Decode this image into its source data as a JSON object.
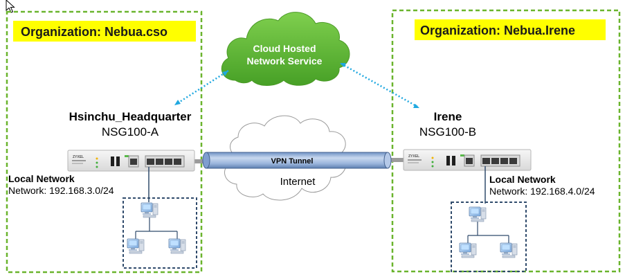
{
  "left_org": {
    "label": "Organization: Nebua.cso",
    "site_name": "Hsinchu_Headquarter",
    "device_model": "NSG100-A",
    "local_network_label": "Local Network",
    "network": "Network: 192.168.3.0/24",
    "device_brand": "ZYXEL"
  },
  "right_org": {
    "label": "Organization: Nebua.Irene",
    "site_name": "Irene",
    "device_model": "NSG100-B",
    "local_network_label": "Local Network",
    "network": "Network: 192.168.4.0/24",
    "device_brand": "ZYXEL"
  },
  "cloud_service": {
    "line1": "Cloud Hosted",
    "line2": "Network Service"
  },
  "tunnel": {
    "label": "VPN Tunnel",
    "internet_label": "Internet"
  },
  "colors": {
    "org_border": "#6ab42d",
    "org_label_bg": "#ffff00",
    "cloud_green": "#5cb531",
    "dotted_link": "#1fa8e0",
    "tunnel_blue": "#9bb7dd",
    "lan_border": "#2f4a6b"
  },
  "icons": [
    "cursor-icon",
    "router-icon",
    "computer-icon",
    "cloud-icon"
  ]
}
